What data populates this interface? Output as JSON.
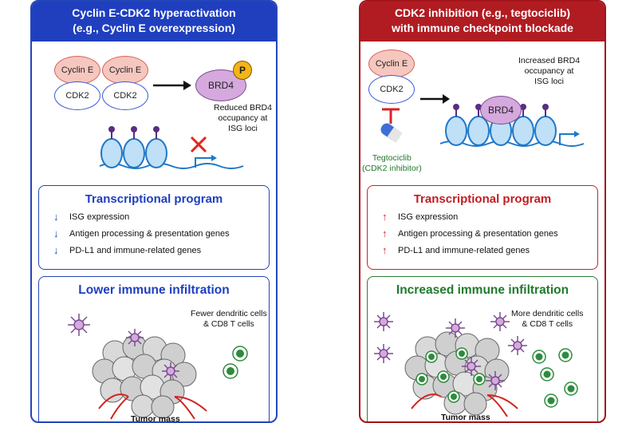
{
  "left": {
    "header_line1": "Cyclin E-CDK2 hyperactivation",
    "header_line2": "(e.g., Cyclin E overexpression)",
    "cyclin_label": "Cyclin E",
    "cdk_label": "CDK2",
    "brd4_label": "BRD4",
    "phospho_label": "P",
    "note": [
      "Reduced BRD4",
      "occupancy at",
      "ISG loci"
    ],
    "program_title": "Transcriptional program",
    "program_items": [
      "ISG expression",
      "Antigen processing & presentation genes",
      "PD-L1 and immune-related genes"
    ],
    "arrow_glyph": "↓",
    "infiltration_title": "Lower immune infiltration",
    "cells_note": [
      "Fewer dendritic cells",
      "& CD8 T cells"
    ],
    "tumor_label": "Tumor mass"
  },
  "right": {
    "header_line1": "CDK2 inhibition (e.g., tegtociclib)",
    "header_line2": "with immune checkpoint blockade",
    "cyclin_label": "Cyclin E",
    "cdk_label": "CDK2",
    "brd4_label": "BRD4",
    "note": [
      "Increased BRD4",
      "occupancy at",
      "ISG loci"
    ],
    "drug_label": [
      "Tegtociclib",
      "(CDK2 inhibitor)"
    ],
    "program_title": "Transcriptional program",
    "program_items": [
      "ISG expression",
      "Antigen processing & presentation genes",
      "PD-L1 and immune-related genes"
    ],
    "arrow_glyph": "↑",
    "infiltration_title": "Increased immune infiltration",
    "cells_note": [
      "More dendritic cells",
      "& CD8 T cells"
    ],
    "tumor_label": "Tumor mass"
  },
  "colors": {
    "left_accent": "#1f3fbf",
    "right_accent": "#b01c22",
    "green_accent": "#217a2d",
    "cyclin_fill": "#f6c7bf",
    "brd4_fill": "#d5a9dd",
    "dna": "#1e78c8",
    "tcell": "#2e8b3d",
    "dendritic": "#7d4b92",
    "vessel": "#d2231f"
  }
}
